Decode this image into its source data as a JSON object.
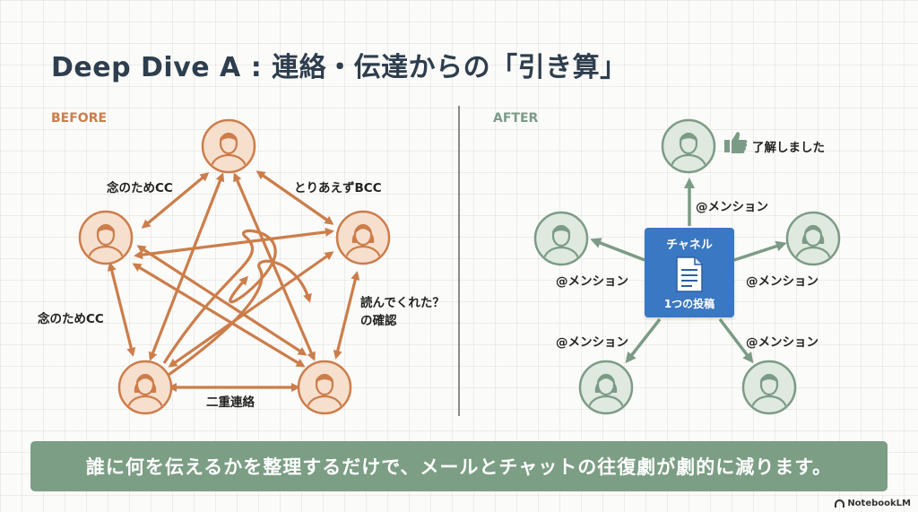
{
  "title": "Deep Dive A : 連絡・伝達からの「引き算」",
  "before": {
    "label": "BEFORE",
    "annotations": [
      "念のためCC",
      "とりあえずBCC",
      "念のためCC",
      "読んでくれた？",
      "の確認",
      "二重連絡"
    ]
  },
  "after": {
    "label": "AFTER",
    "channel_title": "チャネル",
    "channel_sub": "1つの投稿",
    "reaction": "了解しました",
    "mentions": [
      "@メンション",
      "@メンション",
      "@メンション",
      "@メンション",
      "@メンション"
    ]
  },
  "banner": "誰に何を伝えるかを整理するだけで、メールとチャットの往復劇が劇的に減ります。",
  "brand": "NotebookLM",
  "colors": {
    "before": "#cc7d4a",
    "before_fill": "#f7dfcd",
    "after": "#7c9b86",
    "after_fill": "#dfe9df",
    "channel": "#3a78c3",
    "banner": "#7b9e84"
  }
}
